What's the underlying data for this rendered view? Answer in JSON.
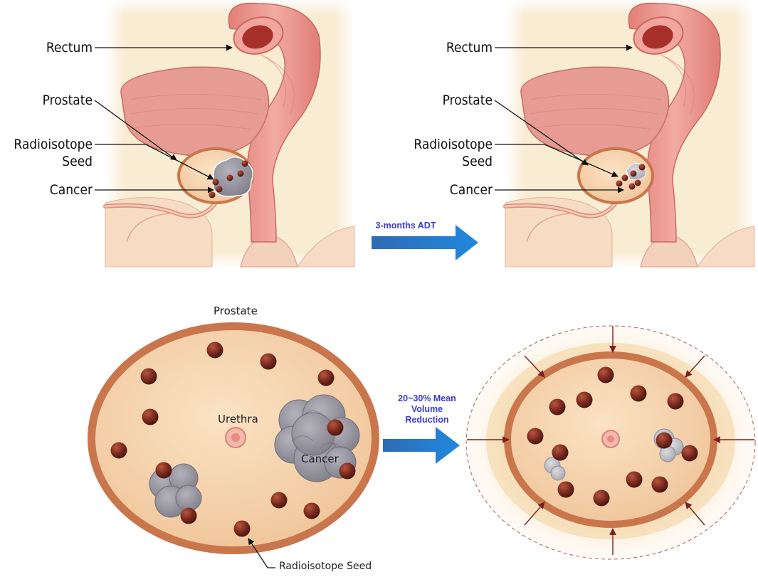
{
  "panels": {
    "sagittal_before": {
      "rectum": "Rectum",
      "prostate": "Prostate",
      "seed_line1": "Radioisotope",
      "seed_line2": "Seed",
      "cancer": "Cancer"
    },
    "sagittal_after": {
      "rectum": "Rectum",
      "prostate": "Prostate",
      "seed_line1": "Radioisotope",
      "seed_line2": "Seed",
      "cancer": "Cancer"
    }
  },
  "transition_top": {
    "caption": "3-months ADT"
  },
  "transition_bottom": {
    "caption_line1": "20~30% Mean",
    "caption_line2": "Volume",
    "caption_line3": "Reduction"
  },
  "cross_section": {
    "prostate": "Prostate",
    "urethra": "Urethra",
    "cancer": "Cancer",
    "seed": "Radioisotope Seed"
  },
  "colors": {
    "background_panel": "#f8ecd2",
    "prostate_fill": "#f2c79a",
    "prostate_rim": "#c9764c",
    "seed": "#7a2a1e",
    "cancer": "#8e8e96",
    "rectum": "#e99a90",
    "bladder": "#e69890",
    "arrow_blue": "#2a72c2",
    "caption_text": "#3b3bd6"
  }
}
